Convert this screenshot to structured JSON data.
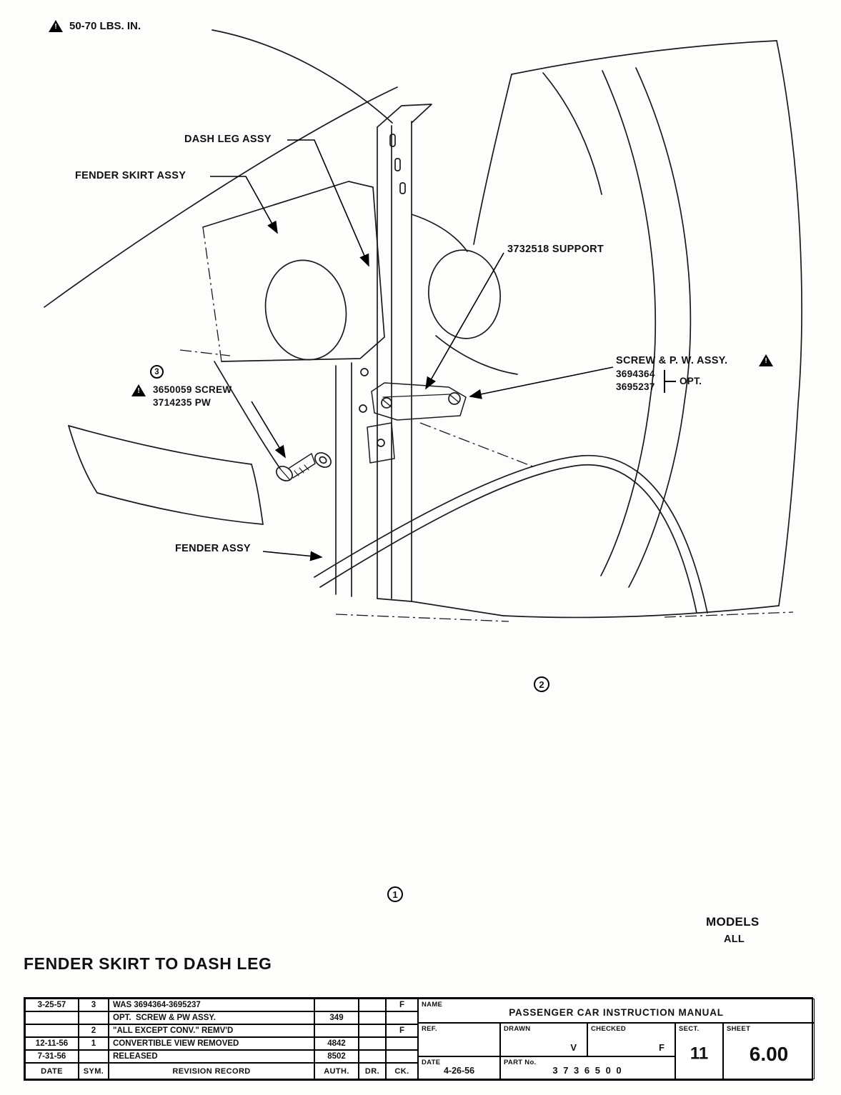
{
  "page": {
    "heading": "FENDER SKIRT TO DASH LEG",
    "models_label": "MODELS",
    "models_value": "ALL"
  },
  "diagram": {
    "torque_note": "50-70 LBS. IN.",
    "labels": {
      "dash_leg": "DASH LEG ASSY",
      "fender_skirt": "FENDER SKIRT ASSY",
      "support": "3732518 SUPPORT",
      "screw_part": "3650059 SCREW",
      "washer_part": "3714235 PW",
      "screw_qty_note": "3",
      "screw_pw_title": "SCREW & P. W. ASSY.",
      "screw_pw_part1": "3694364",
      "screw_pw_part2": "3695237",
      "opt": "OPT.",
      "fender": "FENDER ASSY",
      "view_marker_2": "2",
      "view_marker_1": "1"
    },
    "icons": {
      "warning": "warning-triangle-icon"
    }
  },
  "title_block": {
    "revision_table": {
      "headers": {
        "date": "DATE",
        "sym": "SYM.",
        "record": "REVISION RECORD",
        "auth": "AUTH.",
        "dr": "DR.",
        "ck": "CK."
      },
      "rows": [
        {
          "date": "3-25-57",
          "sym": "3",
          "record": "WAS 3694364-3695237",
          "auth": "",
          "dr": "",
          "ck": "F"
        },
        {
          "date": "",
          "sym": "",
          "record": "OPT.  SCREW & PW ASSY.",
          "auth": "349",
          "dr": "",
          "ck": ""
        },
        {
          "date": "",
          "sym": "2",
          "record": "\"ALL EXCEPT CONV.\" REMV'D",
          "auth": "",
          "dr": "",
          "ck": "F"
        },
        {
          "date": "12-11-56",
          "sym": "1",
          "record": "CONVERTIBLE VIEW REMOVED",
          "auth": "4842",
          "dr": "",
          "ck": ""
        },
        {
          "date": "7-31-56",
          "sym": "",
          "record": "RELEASED",
          "auth": "8502",
          "dr": "",
          "ck": ""
        }
      ]
    },
    "name_label": "NAME",
    "name_value": "PASSENGER CAR INSTRUCTION MANUAL",
    "ref_label": "REF.",
    "ref_value": "",
    "drawn_label": "DRAWN",
    "drawn_value": "V",
    "checked_label": "CHECKED",
    "checked_value": "F",
    "sect_label": "SECT.",
    "sect_value": "11",
    "sheet_label": "SHEET",
    "sheet_value": "6.00",
    "date_label": "DATE",
    "date_value": "4-26-56",
    "part_label": "PART No.",
    "part_value": "3 7 3 6 5 0 0"
  }
}
